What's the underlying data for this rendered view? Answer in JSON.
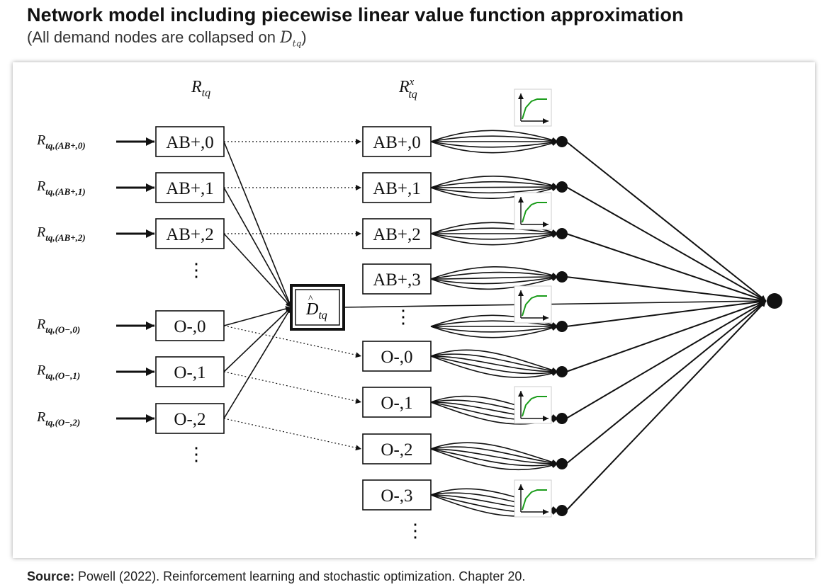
{
  "header": {
    "title": "Network model including piecewise linear value function approximation",
    "subtitle_prefix": "(All demand nodes are collapsed on ",
    "subtitle_symbol": "D",
    "subtitle_symbol_sub": "tq",
    "subtitle_suffix": ")"
  },
  "diagram": {
    "col_left_header": "R",
    "col_left_header_sub": "tq",
    "col_right_header": "R",
    "col_right_header_sub": "tq",
    "col_right_header_sup": "x",
    "center_node": {
      "symbol": "D",
      "sub": "tq"
    },
    "left_nodes": [
      "AB+,0",
      "AB+,1",
      "AB+,2",
      "O-,0",
      "O-,1",
      "O-,2"
    ],
    "left_inputs": [
      {
        "main": "R",
        "sub": "tq,(AB+,0)"
      },
      {
        "main": "R",
        "sub": "tq,(AB+,1)"
      },
      {
        "main": "R",
        "sub": "tq,(AB+,2)"
      },
      {
        "main": "R",
        "sub": "tq,(O−,0)"
      },
      {
        "main": "R",
        "sub": "tq,(O−,1)"
      },
      {
        "main": "R",
        "sub": "tq,(O−,2)"
      }
    ],
    "right_nodes": [
      "AB+,0",
      "AB+,1",
      "AB+,2",
      "AB+,3",
      "O-,0",
      "O-,1",
      "O-,2",
      "O-,3"
    ],
    "ellipsis": "⋮",
    "value_function_icon": "piecewise-linear-concave-curve-icon",
    "curve_color": "#1a9c1a"
  },
  "source": {
    "label": "Source:",
    "text": " Powell (2022). Reinforcement learning and stochastic optimization. Chapter 20."
  }
}
